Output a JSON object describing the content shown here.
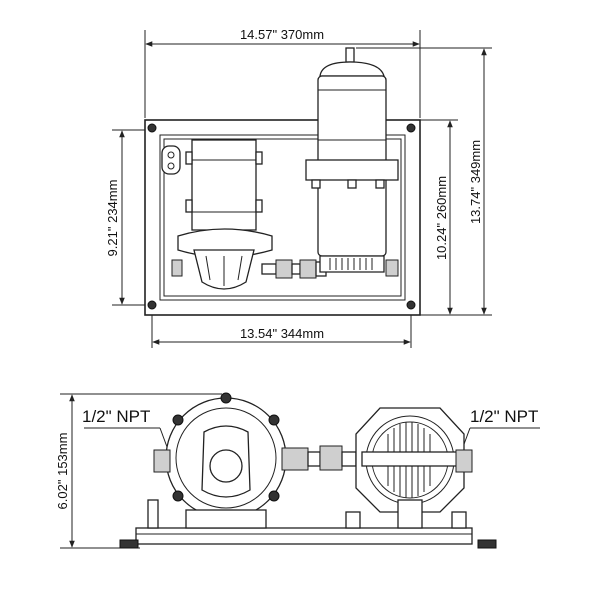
{
  "top_view": {
    "overall_width": "14.57\" 370mm",
    "plate_width": "13.54\" 344mm",
    "mount_height": "9.21\" 234mm",
    "plate_height": "10.24\" 260mm",
    "overall_height": "13.74\" 349mm"
  },
  "side_view": {
    "height": "6.02\" 153mm",
    "inlet_label": "1/2\" NPT",
    "outlet_label": "1/2\" NPT"
  }
}
